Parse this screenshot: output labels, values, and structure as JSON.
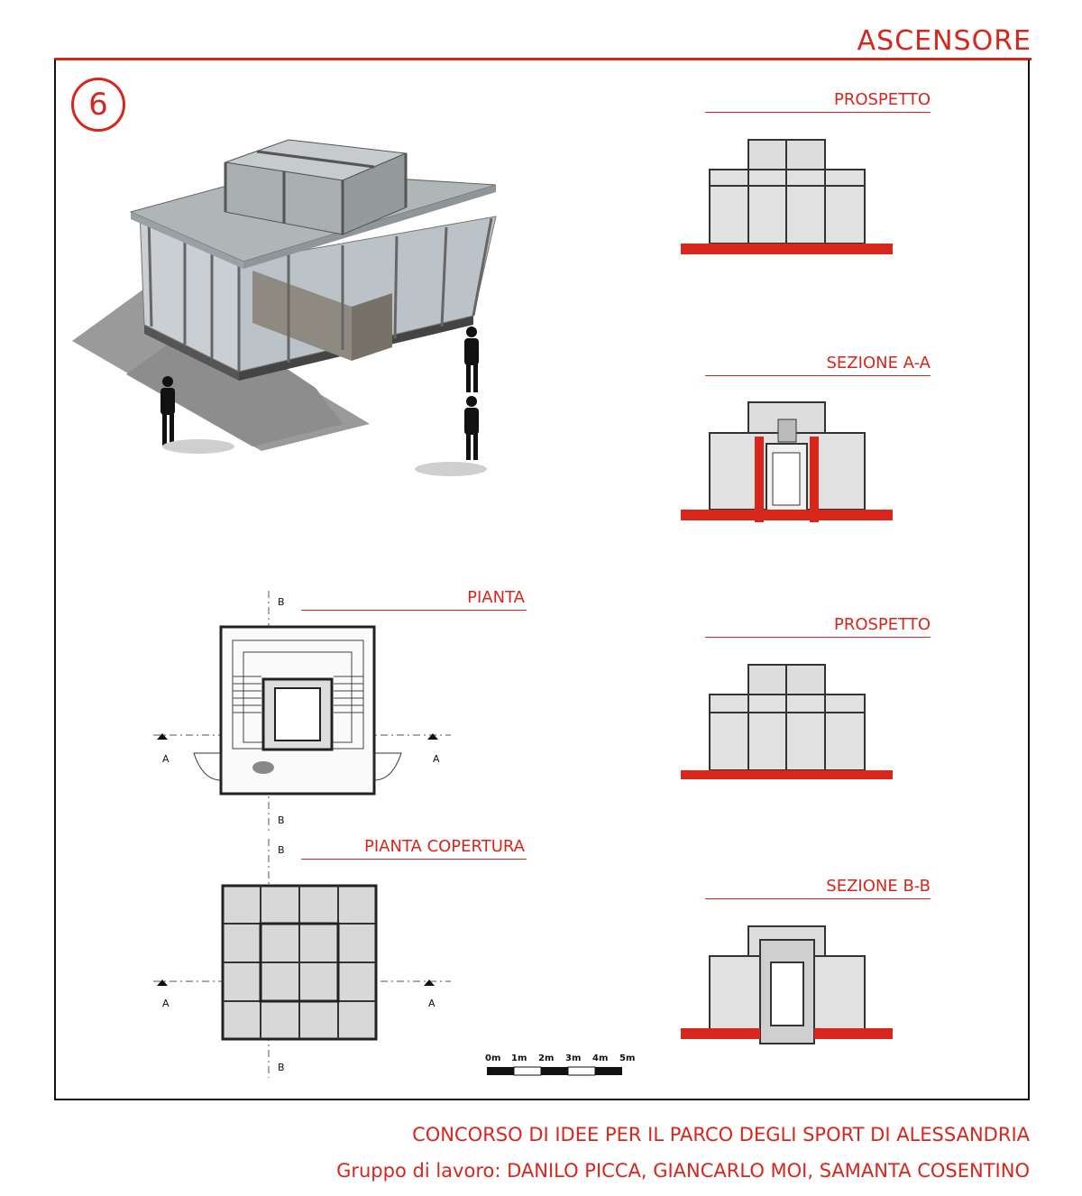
{
  "sheet": {
    "title": "ASCENSORE",
    "number": "6",
    "accent_color": "#d9261c"
  },
  "views": {
    "prospetto_1": "PROSPETTO",
    "sezione_aa": "SEZIONE A-A",
    "pianta": "PIANTA",
    "prospetto_2": "PROSPETTO",
    "pianta_copertura": "PIANTA COPERTURA",
    "sezione_bb": "SEZIONE B-B"
  },
  "section_marks": {
    "a": "A",
    "b": "B"
  },
  "scale_bar": [
    "0m",
    "1m",
    "2m",
    "3m",
    "4m",
    "5m"
  ],
  "footer": {
    "line1": "CONCORSO DI IDEE PER IL PARCO DEGLI SPORT DI ALESSANDRIA",
    "line2": "Gruppo di lavoro: DANILO PICCA, GIANCARLO MOI, SAMANTA COSENTINO"
  }
}
